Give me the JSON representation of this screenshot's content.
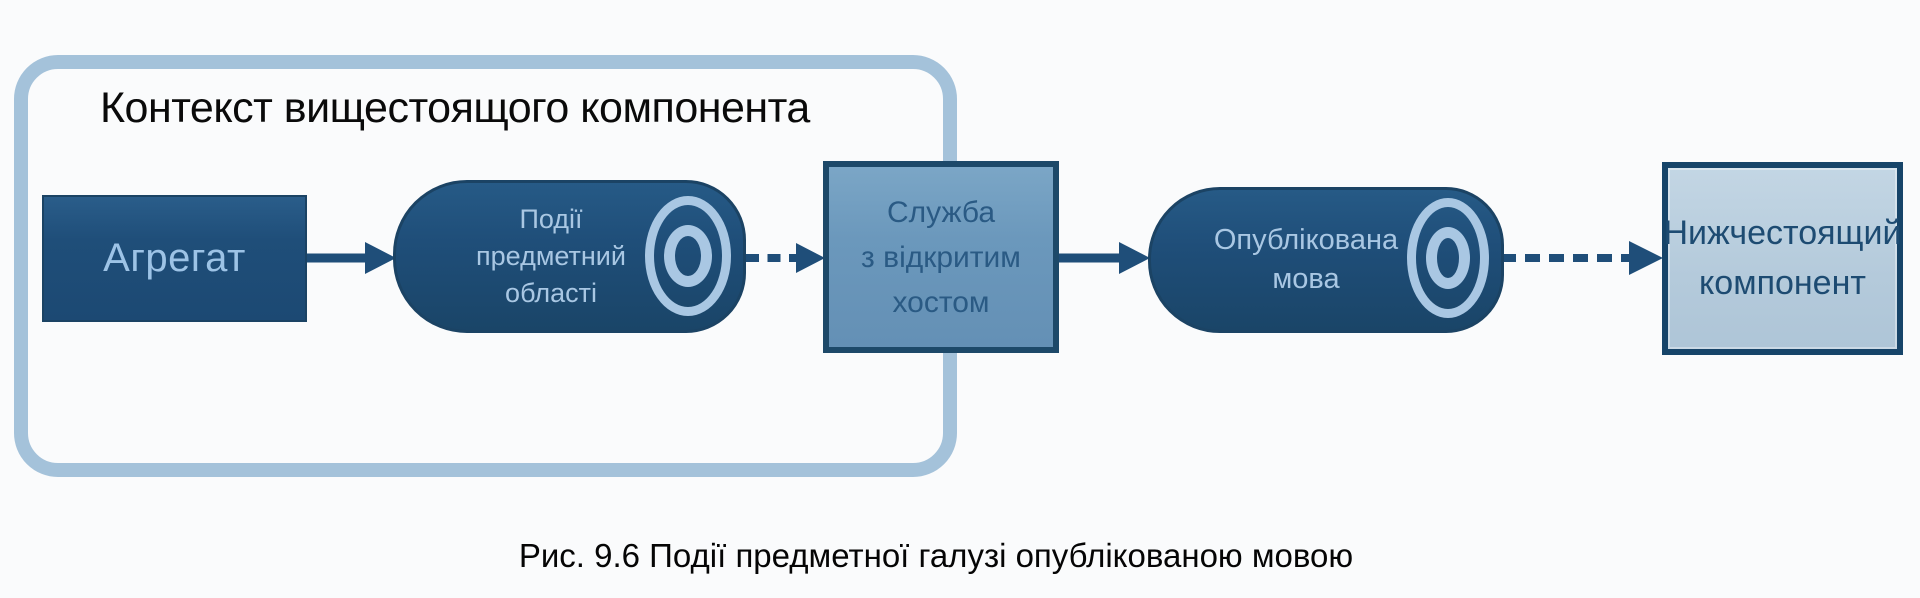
{
  "context": {
    "title": "Контекст вищестоящого компонента"
  },
  "nodes": {
    "aggregate": {
      "label": "Агрегат",
      "shape": "rectangle"
    },
    "domain_events": {
      "lines": [
        "Події",
        "предметний",
        "області"
      ],
      "shape": "pipe"
    },
    "open_host_service": {
      "lines": [
        "Служба",
        "з відкритим",
        "хостом"
      ],
      "shape": "rectangle"
    },
    "published_language": {
      "lines": [
        "Опублікована",
        "мова"
      ],
      "shape": "pipe"
    },
    "downstream_component": {
      "lines": [
        "Нижчестоящий",
        "компонент"
      ],
      "shape": "rectangle"
    }
  },
  "edges": [
    {
      "from": "aggregate",
      "to": "domain_events",
      "style": "solid"
    },
    {
      "from": "domain_events",
      "to": "open_host_service",
      "style": "dashed"
    },
    {
      "from": "open_host_service",
      "to": "published_language",
      "style": "solid"
    },
    {
      "from": "published_language",
      "to": "downstream_component",
      "style": "dashed"
    }
  ],
  "figure": {
    "caption": "Рис. 9.6 Події предметної галузі опублікованою мовою"
  },
  "colors": {
    "background": "#fafbfc",
    "frame_border": "#a4c2da",
    "dark_shape_fill": "#1f4e79",
    "dark_shape_border": "#1b4364",
    "light_text_on_dark": "#a9c7e3",
    "medium_box_fill": "#6b98bc",
    "medium_box_border": "#1d4969",
    "medium_box_text": "#2a5a84",
    "light_box_fill": "#b5cbdc",
    "light_box_border": "#164469",
    "light_box_text": "#1d4b72",
    "arrow": "#1f4e79",
    "title_text": "#0a0a0a",
    "caption_text": "#050505"
  }
}
